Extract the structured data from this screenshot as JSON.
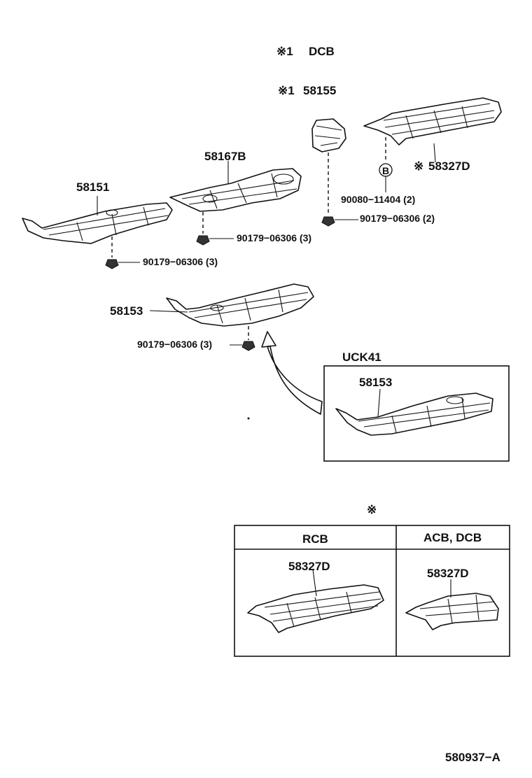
{
  "header": {
    "note_mark": "※1",
    "note_text": "DCB"
  },
  "parts": {
    "p58155_mark": "※1",
    "p58155": "58155",
    "p58327d_mark": "※",
    "p58327d": "58327D",
    "callout_letter": "B",
    "bolt_90080": "90080−11404 (2)",
    "nut_right": "90179−06306 (2)",
    "p58167b": "58167B",
    "p58151": "58151",
    "nut_mid": "90179−06306 (3)",
    "nut_left": "90179−06306 (3)",
    "p58153": "58153",
    "nut_lower": "90179−06306 (3)"
  },
  "inset_uck41": {
    "title": "UCK41",
    "part": "58153"
  },
  "variant_table": {
    "mark": "※",
    "col_rcb": {
      "header": "RCB",
      "part": "58327D"
    },
    "col_acb": {
      "header": "ACB, DCB",
      "part": "58327D"
    }
  },
  "footer": {
    "code": "580937−A"
  }
}
